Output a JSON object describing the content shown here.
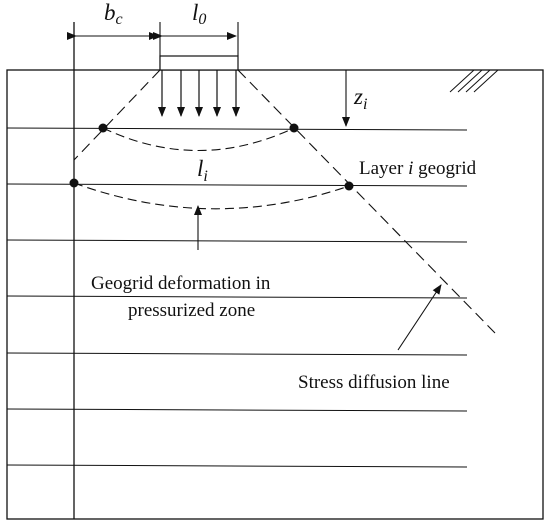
{
  "labels": {
    "bc_main": "b",
    "bc_sub": "c",
    "l0_main": "l",
    "l0_sub": "0",
    "zi_main": "z",
    "zi_sub": "i",
    "li_main": "l",
    "li_sub": "i",
    "layer_prefix": "Layer ",
    "layer_i": "i",
    "layer_suffix": " geogrid",
    "deformation_line1": "Geogrid deformation in",
    "deformation_line2": "pressurized zone",
    "stress_diffusion": "Stress diffusion line"
  },
  "geogrid_layer_count": 7,
  "load_arrow_count": 5
}
